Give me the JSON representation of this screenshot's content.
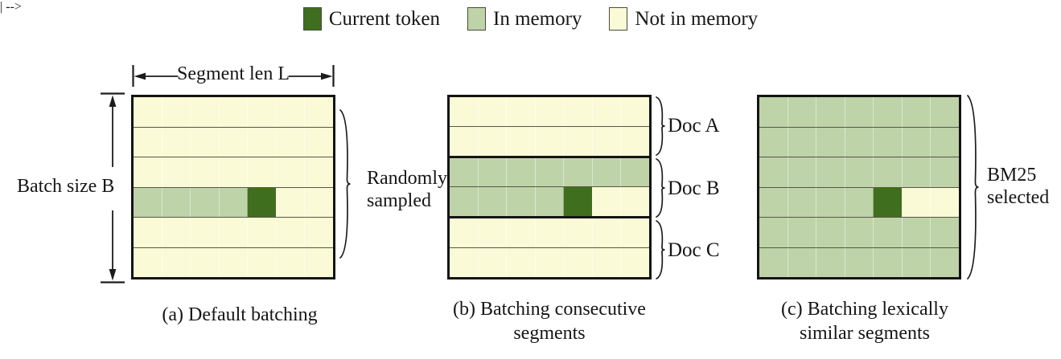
{
  "figure": {
    "legend": {
      "items": [
        {
          "label": "Current token",
          "key": "current",
          "icon": "dark-green-swatch"
        },
        {
          "label": "In memory",
          "key": "in_memory",
          "icon": "light-green-swatch"
        },
        {
          "label": "Not in memory",
          "key": "not_in_memory",
          "icon": "pale-yellow-swatch"
        }
      ]
    },
    "colors": {
      "current": "#3f6e1e",
      "in_memory": "#bed3a8",
      "not_in_memory": "#fafbd6",
      "grid_border": "#141414",
      "text": "#161616"
    },
    "cell_legend_key": {
      "C": "current",
      "M": "in_memory",
      "N": "not_in_memory"
    },
    "panels": [
      {
        "id": "a",
        "caption": "(a) Default batching",
        "top_measure_label": "Segment len L",
        "left_measure_label": "Batch size B",
        "brace_label": "Randomly\nsampled",
        "rows": [
          "NNNNNNN",
          "NNNNNNN",
          "NNNNNNN",
          "MMMMCNN",
          "NNNNNNN",
          "NNNNNNN"
        ]
      },
      {
        "id": "b",
        "caption": "(b) Batching consecutive\nsegments",
        "doc_labels": [
          "Doc A",
          "Doc B",
          "Doc C"
        ],
        "thick_separators_above_rows": [
          2,
          4
        ],
        "rows": [
          "NNNNNNN",
          "NNNNNNN",
          "MMMMMMM",
          "MMMMCNN",
          "NNNNNNN",
          "NNNNNNN"
        ]
      },
      {
        "id": "c",
        "caption": "(c) Batching lexically\nsimilar segments",
        "brace_label": "BM25\nselected",
        "rows": [
          "MMMMMMM",
          "MMMMMMM",
          "MMMMMMM",
          "MMMMCNN",
          "MMMMMMM",
          "MMMMMMM"
        ]
      }
    ]
  }
}
